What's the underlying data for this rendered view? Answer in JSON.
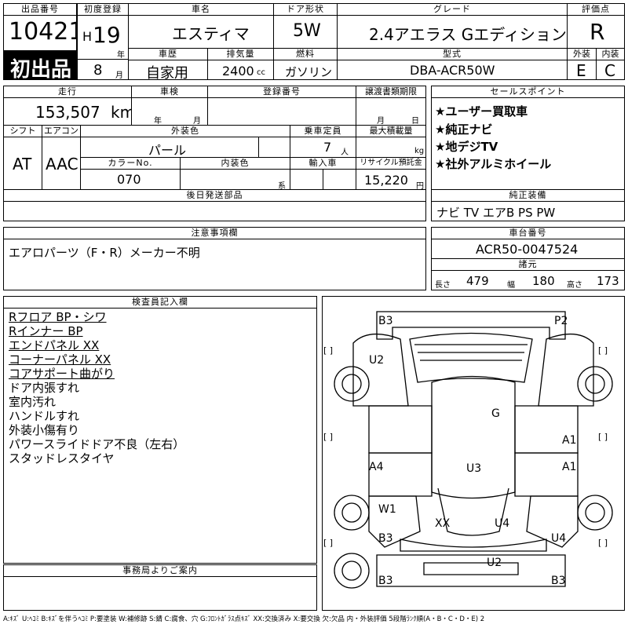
{
  "lot": {
    "label": "出品番号",
    "number": "10421",
    "badge": "初出品"
  },
  "first_reg": {
    "label": "初度登録",
    "era": "H",
    "year": "19",
    "year_unit": "年",
    "month": "8",
    "month_unit": "月"
  },
  "car_name": {
    "label": "車名",
    "value": "エスティマ"
  },
  "door": {
    "label": "ドア形状",
    "value": "5W"
  },
  "grade": {
    "label": "グレード",
    "value": "2.4アエラス Gエディション"
  },
  "score": {
    "label": "評価点",
    "value": "R",
    "ext_label": "外装",
    "int_label": "内装",
    "ext_value": "E",
    "int_value": "C"
  },
  "history": {
    "label": "車歴",
    "value": "自家用"
  },
  "displacement": {
    "label": "排気量",
    "value": "2400",
    "unit": "cc"
  },
  "fuel": {
    "label": "燃料",
    "value": "ガソリン"
  },
  "model_code": {
    "label": "型式",
    "value": "DBA-ACR50W"
  },
  "mileage": {
    "label": "走行",
    "value": "153,507",
    "unit": "km"
  },
  "inspection": {
    "label": "車検",
    "year_unit": "年",
    "month_unit": "月"
  },
  "reg_number": {
    "label": "登録番号"
  },
  "transfer": {
    "label": "譲渡書類期限",
    "month_unit": "月",
    "day_unit": "日"
  },
  "sales_points": {
    "label": "セールスポイント",
    "items": [
      "★ユーザー買取車",
      "★純正ナビ",
      "★地デジTV",
      "★社外アルミホイール"
    ]
  },
  "shift": {
    "label": "シフト",
    "value": "AT"
  },
  "aircon": {
    "label": "エアコン",
    "value": "AAC"
  },
  "exterior_color": {
    "label": "外装色",
    "value": "パール"
  },
  "capacity": {
    "label": "乗車定員",
    "value": "7",
    "unit": "人"
  },
  "max_load": {
    "label": "最大積載量",
    "unit": "kg"
  },
  "color_no": {
    "label": "カラーNo.",
    "value": "070"
  },
  "interior_color": {
    "label": "内装色",
    "unit": "系"
  },
  "import": {
    "label": "輸入車"
  },
  "recycle": {
    "label": "リサイクル預託金",
    "value": "15,220",
    "unit": "円"
  },
  "later_parts": {
    "label": "後日発送部品"
  },
  "equipment": {
    "label": "純正装備",
    "value": "ナビ TV エアB PS PW"
  },
  "notes": {
    "label": "注意事項欄",
    "value": "エアロパーツ（F・R）メーカー不明"
  },
  "chassis": {
    "label": "車台番号",
    "value": "ACR50-0047524"
  },
  "specs": {
    "label": "諸元",
    "length_label": "長さ",
    "length": "479",
    "width_label": "幅",
    "width": "180",
    "height_label": "高さ",
    "height": "173"
  },
  "inspector": {
    "label": "検査員記入欄",
    "lines": [
      "Rフロア BP・シワ",
      "Rインナー BP",
      "エンドパネル XX",
      "コーナーパネル XX",
      "コアサポート曲がり",
      "ドア内張すれ",
      "室内汚れ",
      "ハンドルすれ",
      "外装小傷有り",
      "パワースライドドア不良（左右）",
      "スタッドレスタイヤ"
    ]
  },
  "office": {
    "label": "事務局よりご案内"
  },
  "diagram": {
    "bracket": "[   ]",
    "marks": {
      "b3_tl": "B3",
      "p2": "P2",
      "u2_l": "U2",
      "g": "G",
      "a1_r1": "A1",
      "a4": "A4",
      "u3": "U3",
      "a1_r2": "A1",
      "w1": "W1",
      "xx": "XX",
      "u4_c": "U4",
      "b3_bl": "B3",
      "u4_r": "U4",
      "u2_b": "U2",
      "b3_b": "B3",
      "b3_br": "B3"
    }
  },
  "legend": "A:ｷｽﾞ U:ﾍｺﾐ B:ｷｽﾞを伴うﾍｺﾐ P:要塗装 W:補修跡 S:錆 C:腐食、穴 G:ﾌﾛﾝﾄｶﾞﾗｽ点ｷｽﾞ XX:交換済み X:要交換 欠:欠品 内・外装評価 5段階ﾗﾝｸ順(A・B・C・D・E) 2"
}
